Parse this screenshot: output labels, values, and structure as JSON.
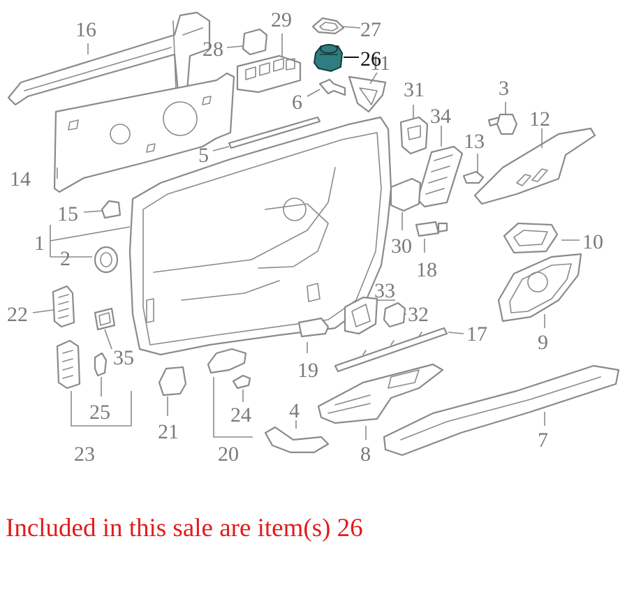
{
  "diagram": {
    "callouts": {
      "c1": "1",
      "c2": "2",
      "c3": "3",
      "c4": "4",
      "c5": "5",
      "c6": "6",
      "c7": "7",
      "c8": "8",
      "c9": "9",
      "c10": "10",
      "c11": "11",
      "c12": "12",
      "c13": "13",
      "c14": "14",
      "c15": "15",
      "c16": "16",
      "c17": "17",
      "c18": "18",
      "c19": "19",
      "c20": "20",
      "c21": "21",
      "c22": "22",
      "c23": "23",
      "c24": "24",
      "c25": "25",
      "c26": "26",
      "c27": "27",
      "c28": "28",
      "c29": "29",
      "c30": "30",
      "c31": "31",
      "c32": "32",
      "c33": "33",
      "c34": "34",
      "c35": "35"
    },
    "highlighted_item": "26",
    "colors": {
      "line": "#8a8a8a",
      "label": "#7a7a7a",
      "highlight_fill": "#2f7d80",
      "highlight_label": "#111111"
    }
  },
  "sale_note": "Included in this sale are item(s) 26",
  "colors": {
    "sale_note": "#e31b1b",
    "background": "#ffffff"
  }
}
